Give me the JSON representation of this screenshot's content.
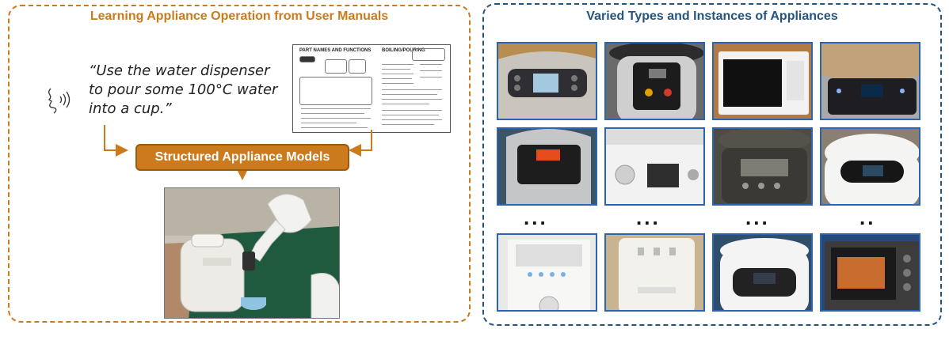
{
  "left_panel": {
    "title": "Learning Appliance Operation from User Manuals",
    "instruction_quote": "“Use the water dispenser to pour some 100°C water into a cup.”",
    "manual": {
      "heading_left": "PART NAMES AND FUNCTIONS",
      "heading_right": "BOILING/POURING"
    },
    "structured_models_label": "Structured Appliance Models",
    "accent_color": "#cc7a1e"
  },
  "right_panel": {
    "title": "Varied Types and Instances of Appliances",
    "accent_color": "#25547e",
    "ellipses": [
      "...",
      "...",
      "...",
      ".."
    ]
  },
  "icons": [
    "voice-icon",
    "arrow-down-icon",
    "arrow-right-icon",
    "arrow-left-icon"
  ]
}
